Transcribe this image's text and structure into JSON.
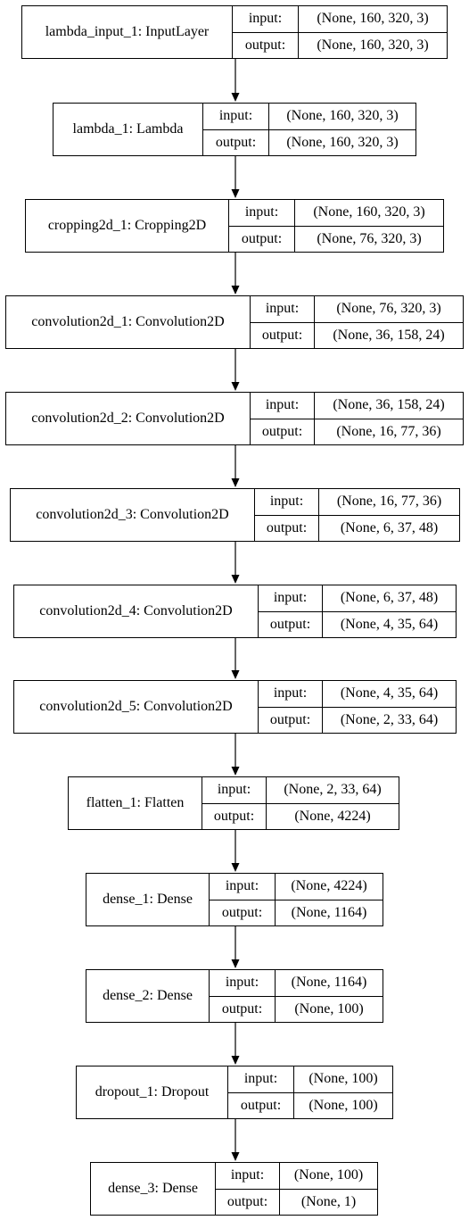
{
  "diagram": {
    "port_labels": {
      "input": "input:",
      "output": "output:"
    },
    "layers": [
      {
        "name": "lambda_input_1: InputLayer",
        "input": "(None, 160, 320, 3)",
        "output": "(None, 160, 320, 3)"
      },
      {
        "name": "lambda_1: Lambda",
        "input": "(None, 160, 320, 3)",
        "output": "(None, 160, 320, 3)"
      },
      {
        "name": "cropping2d_1: Cropping2D",
        "input": "(None, 160, 320, 3)",
        "output": "(None, 76, 320, 3)"
      },
      {
        "name": "convolution2d_1: Convolution2D",
        "input": "(None, 76, 320, 3)",
        "output": "(None, 36, 158, 24)"
      },
      {
        "name": "convolution2d_2: Convolution2D",
        "input": "(None, 36, 158, 24)",
        "output": "(None, 16, 77, 36)"
      },
      {
        "name": "convolution2d_3: Convolution2D",
        "input": "(None, 16, 77, 36)",
        "output": "(None, 6, 37, 48)"
      },
      {
        "name": "convolution2d_4: Convolution2D",
        "input": "(None, 6, 37, 48)",
        "output": "(None, 4, 35, 64)"
      },
      {
        "name": "convolution2d_5: Convolution2D",
        "input": "(None, 4, 35, 64)",
        "output": "(None, 2, 33, 64)"
      },
      {
        "name": "flatten_1: Flatten",
        "input": "(None, 2, 33, 64)",
        "output": "(None, 4224)"
      },
      {
        "name": "dense_1: Dense",
        "input": "(None, 4224)",
        "output": "(None, 1164)"
      },
      {
        "name": "dense_2: Dense",
        "input": "(None, 1164)",
        "output": "(None, 100)"
      },
      {
        "name": "dropout_1: Dropout",
        "input": "(None, 100)",
        "output": "(None, 100)"
      },
      {
        "name": "dense_3: Dense",
        "input": "(None, 100)",
        "output": "(None, 1)"
      }
    ]
  }
}
